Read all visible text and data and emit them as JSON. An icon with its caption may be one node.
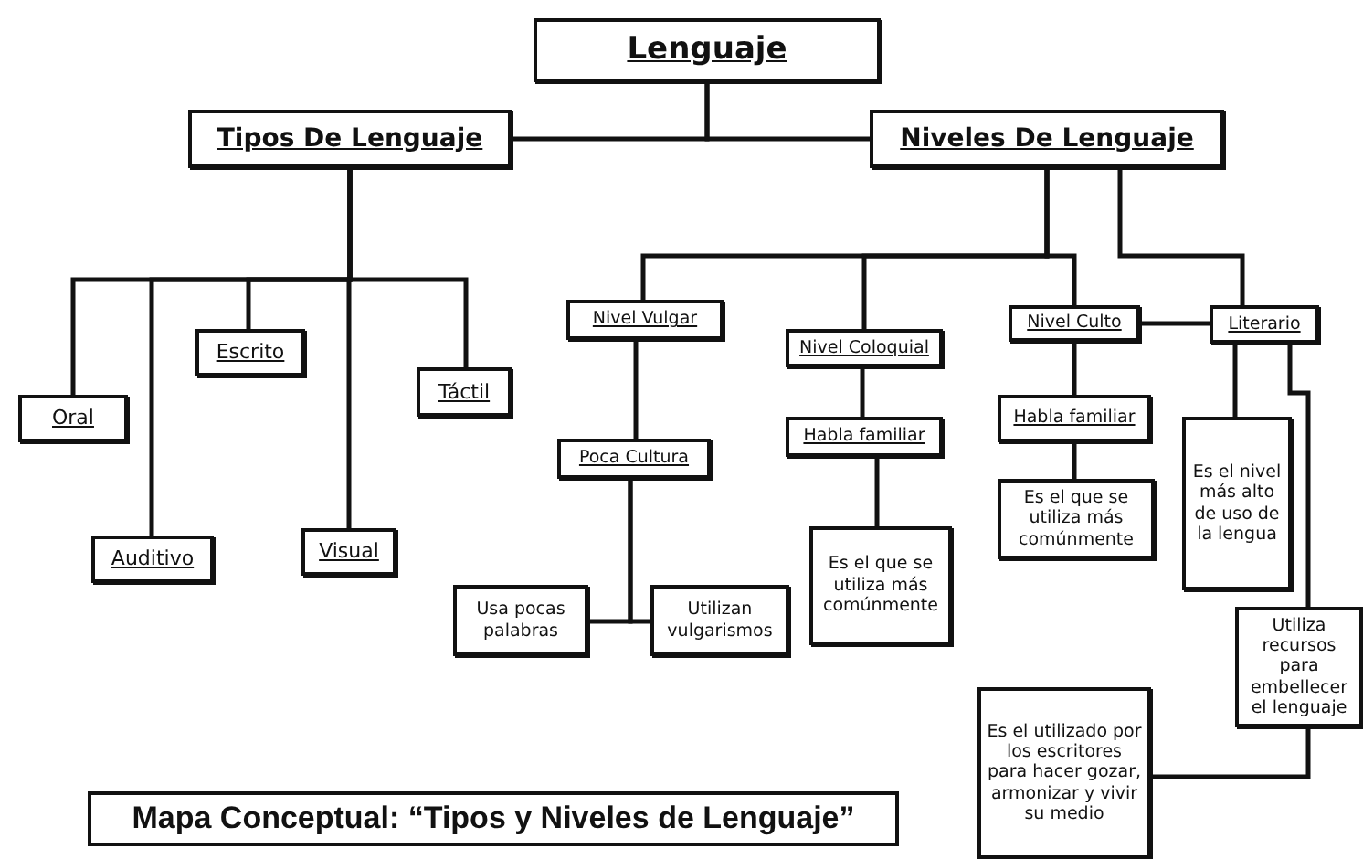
{
  "diagram": {
    "caption": "Mapa Conceptual: “Tipos y Niveles de Lenguaje”",
    "nodes": [
      {
        "text": [
          "Lenguaje"
        ]
      },
      {
        "text": [
          "Tipos De Lenguaje"
        ]
      },
      {
        "text": [
          "Niveles De Lenguaje"
        ]
      },
      {
        "text": [
          "Oral"
        ]
      },
      {
        "text": [
          "Auditivo"
        ]
      },
      {
        "text": [
          "Escrito"
        ]
      },
      {
        "text": [
          "Visual"
        ]
      },
      {
        "text": [
          "Táctil"
        ]
      },
      {
        "text": [
          "Nivel Vulgar"
        ]
      },
      {
        "text": [
          "Nivel Coloquial"
        ]
      },
      {
        "text": [
          "Nivel Culto"
        ]
      },
      {
        "text": [
          "Literario"
        ]
      },
      {
        "text": [
          "Habla familiar"
        ]
      },
      {
        "text": [
          "Habla familiar"
        ]
      },
      {
        "text": [
          "Poca Cultura"
        ]
      },
      {
        "text": [
          "Es el nivel más alto de uso de la lengua"
        ]
      },
      {
        "text": [
          "Es el que se utiliza más comúnmente"
        ]
      },
      {
        "text": [
          "Es el que se utiliza más comúnmente"
        ]
      },
      {
        "text": [
          "Usa pocas palabras"
        ]
      },
      {
        "text": [
          "Utilizan vulgarismos"
        ]
      },
      {
        "text": [
          "Utiliza recursos para embellecer el lenguaje"
        ]
      },
      {
        "text": [
          "Es el utilizado por los escritores para hacer gozar, armonizar y vivir su medio"
        ]
      }
    ],
    "edges": [
      {
        "from": 0,
        "to": 1,
        "arrow": "none"
      },
      {
        "from": 0,
        "to": 2,
        "arrow": "none"
      },
      {
        "from": 1,
        "to": 3,
        "arrow": "none"
      },
      {
        "from": 1,
        "to": 4,
        "arrow": "none"
      },
      {
        "from": 1,
        "to": 5,
        "arrow": "none"
      },
      {
        "from": 1,
        "to": 6,
        "arrow": "none"
      },
      {
        "from": 1,
        "to": 7,
        "arrow": "none"
      },
      {
        "from": 2,
        "to": 8,
        "arrow": "none"
      },
      {
        "from": 2,
        "to": 9,
        "arrow": "none"
      },
      {
        "from": 2,
        "to": 10,
        "arrow": "none"
      },
      {
        "from": 2,
        "to": 11,
        "arrow": "none"
      },
      {
        "from": 10,
        "to": 11,
        "arrow": "none"
      },
      {
        "from": 8,
        "to": 14,
        "arrow": "none"
      },
      {
        "from": 14,
        "to": 18,
        "arrow": "none"
      },
      {
        "from": 14,
        "to": 19,
        "arrow": "none"
      },
      {
        "from": 9,
        "to": 12,
        "arrow": "none"
      },
      {
        "from": 12,
        "to": 17,
        "arrow": "none"
      },
      {
        "from": 10,
        "to": 13,
        "arrow": "none"
      },
      {
        "from": 13,
        "to": 16,
        "arrow": "none"
      },
      {
        "from": 11,
        "to": 15,
        "arrow": "none"
      },
      {
        "from": 11,
        "to": 20,
        "arrow": "none"
      },
      {
        "from": 20,
        "to": 21,
        "arrow": "none"
      }
    ]
  }
}
